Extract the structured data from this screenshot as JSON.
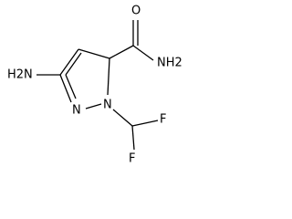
{
  "molecule": {
    "atoms": {
      "amine_group": "H2N",
      "amide_oxygen": "O",
      "amide_nitrogen": "NH2",
      "ring_n2": "N",
      "ring_n1": "N",
      "fluorine_1": "F",
      "fluorine_2": "F"
    }
  },
  "colors": {
    "bond": "#000000",
    "text": "#000000",
    "background": "#ffffff"
  }
}
